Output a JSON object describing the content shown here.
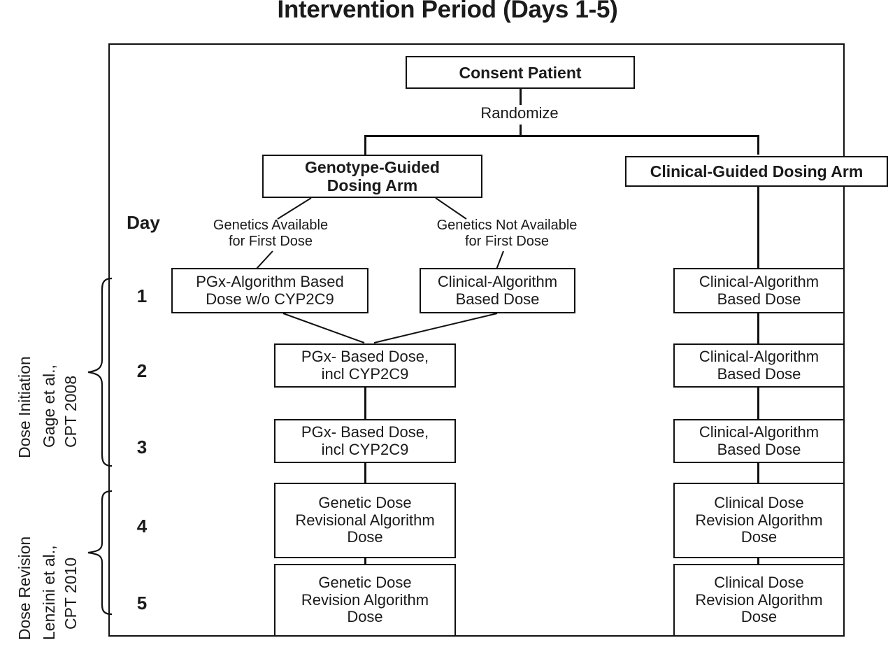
{
  "title": "Intervention Period (Days 1-5)",
  "day_column": {
    "header": "Day",
    "numbers": [
      "1",
      "2",
      "3",
      "4",
      "5"
    ]
  },
  "phases": [
    {
      "name": "dose-initiation",
      "line1": "Dose Initiation",
      "line2": "Gage et al.,",
      "line3": "CPT 2008",
      "covers_days": [
        "1",
        "2",
        "3"
      ]
    },
    {
      "name": "dose-revision",
      "line1": "Dose Revision",
      "line2": "Lenzini et al.,",
      "line3": "CPT 2010",
      "covers_days": [
        "4",
        "5"
      ]
    }
  ],
  "root": {
    "consent": "Consent Patient",
    "randomize": "Randomize"
  },
  "arms": {
    "genotype": {
      "label_line1": "Genotype-Guided",
      "label_line2": "Dosing Arm",
      "branch_left_line1": "Genetics Available",
      "branch_left_line2": "for First Dose",
      "branch_right_line1": "Genetics Not Available",
      "branch_right_line2": "for First Dose",
      "day1_left_line1": "PGx-Algorithm Based",
      "day1_left_line2": "Dose w/o CYP2C9",
      "day1_right_line1": "Clinical-Algorithm",
      "day1_right_line2": "Based Dose",
      "day2_line1": "PGx- Based Dose,",
      "day2_line2": "incl CYP2C9",
      "day3_line1": "PGx- Based Dose,",
      "day3_line2": "incl CYP2C9",
      "day4_line1": "Genetic Dose",
      "day4_line2": "Revisional Algorithm",
      "day4_line3": "Dose",
      "day5_line1": "Genetic Dose",
      "day5_line2": "Revision Algorithm",
      "day5_line3": "Dose"
    },
    "clinical": {
      "label": "Clinical-Guided Dosing Arm",
      "day1_line1": "Clinical-Algorithm",
      "day1_line2": "Based Dose",
      "day2_line1": "Clinical-Algorithm",
      "day2_line2": "Based Dose",
      "day3_line1": "Clinical-Algorithm",
      "day3_line2": "Based Dose",
      "day4_line1": "Clinical Dose",
      "day4_line2": "Revision Algorithm",
      "day4_line3": "Dose",
      "day5_line1": "Clinical Dose",
      "day5_line2": "Revision Algorithm",
      "day5_line3": "Dose"
    }
  },
  "colors": {
    "stroke": "#111111",
    "background": "#ffffff",
    "text": "#1a1a1a"
  }
}
